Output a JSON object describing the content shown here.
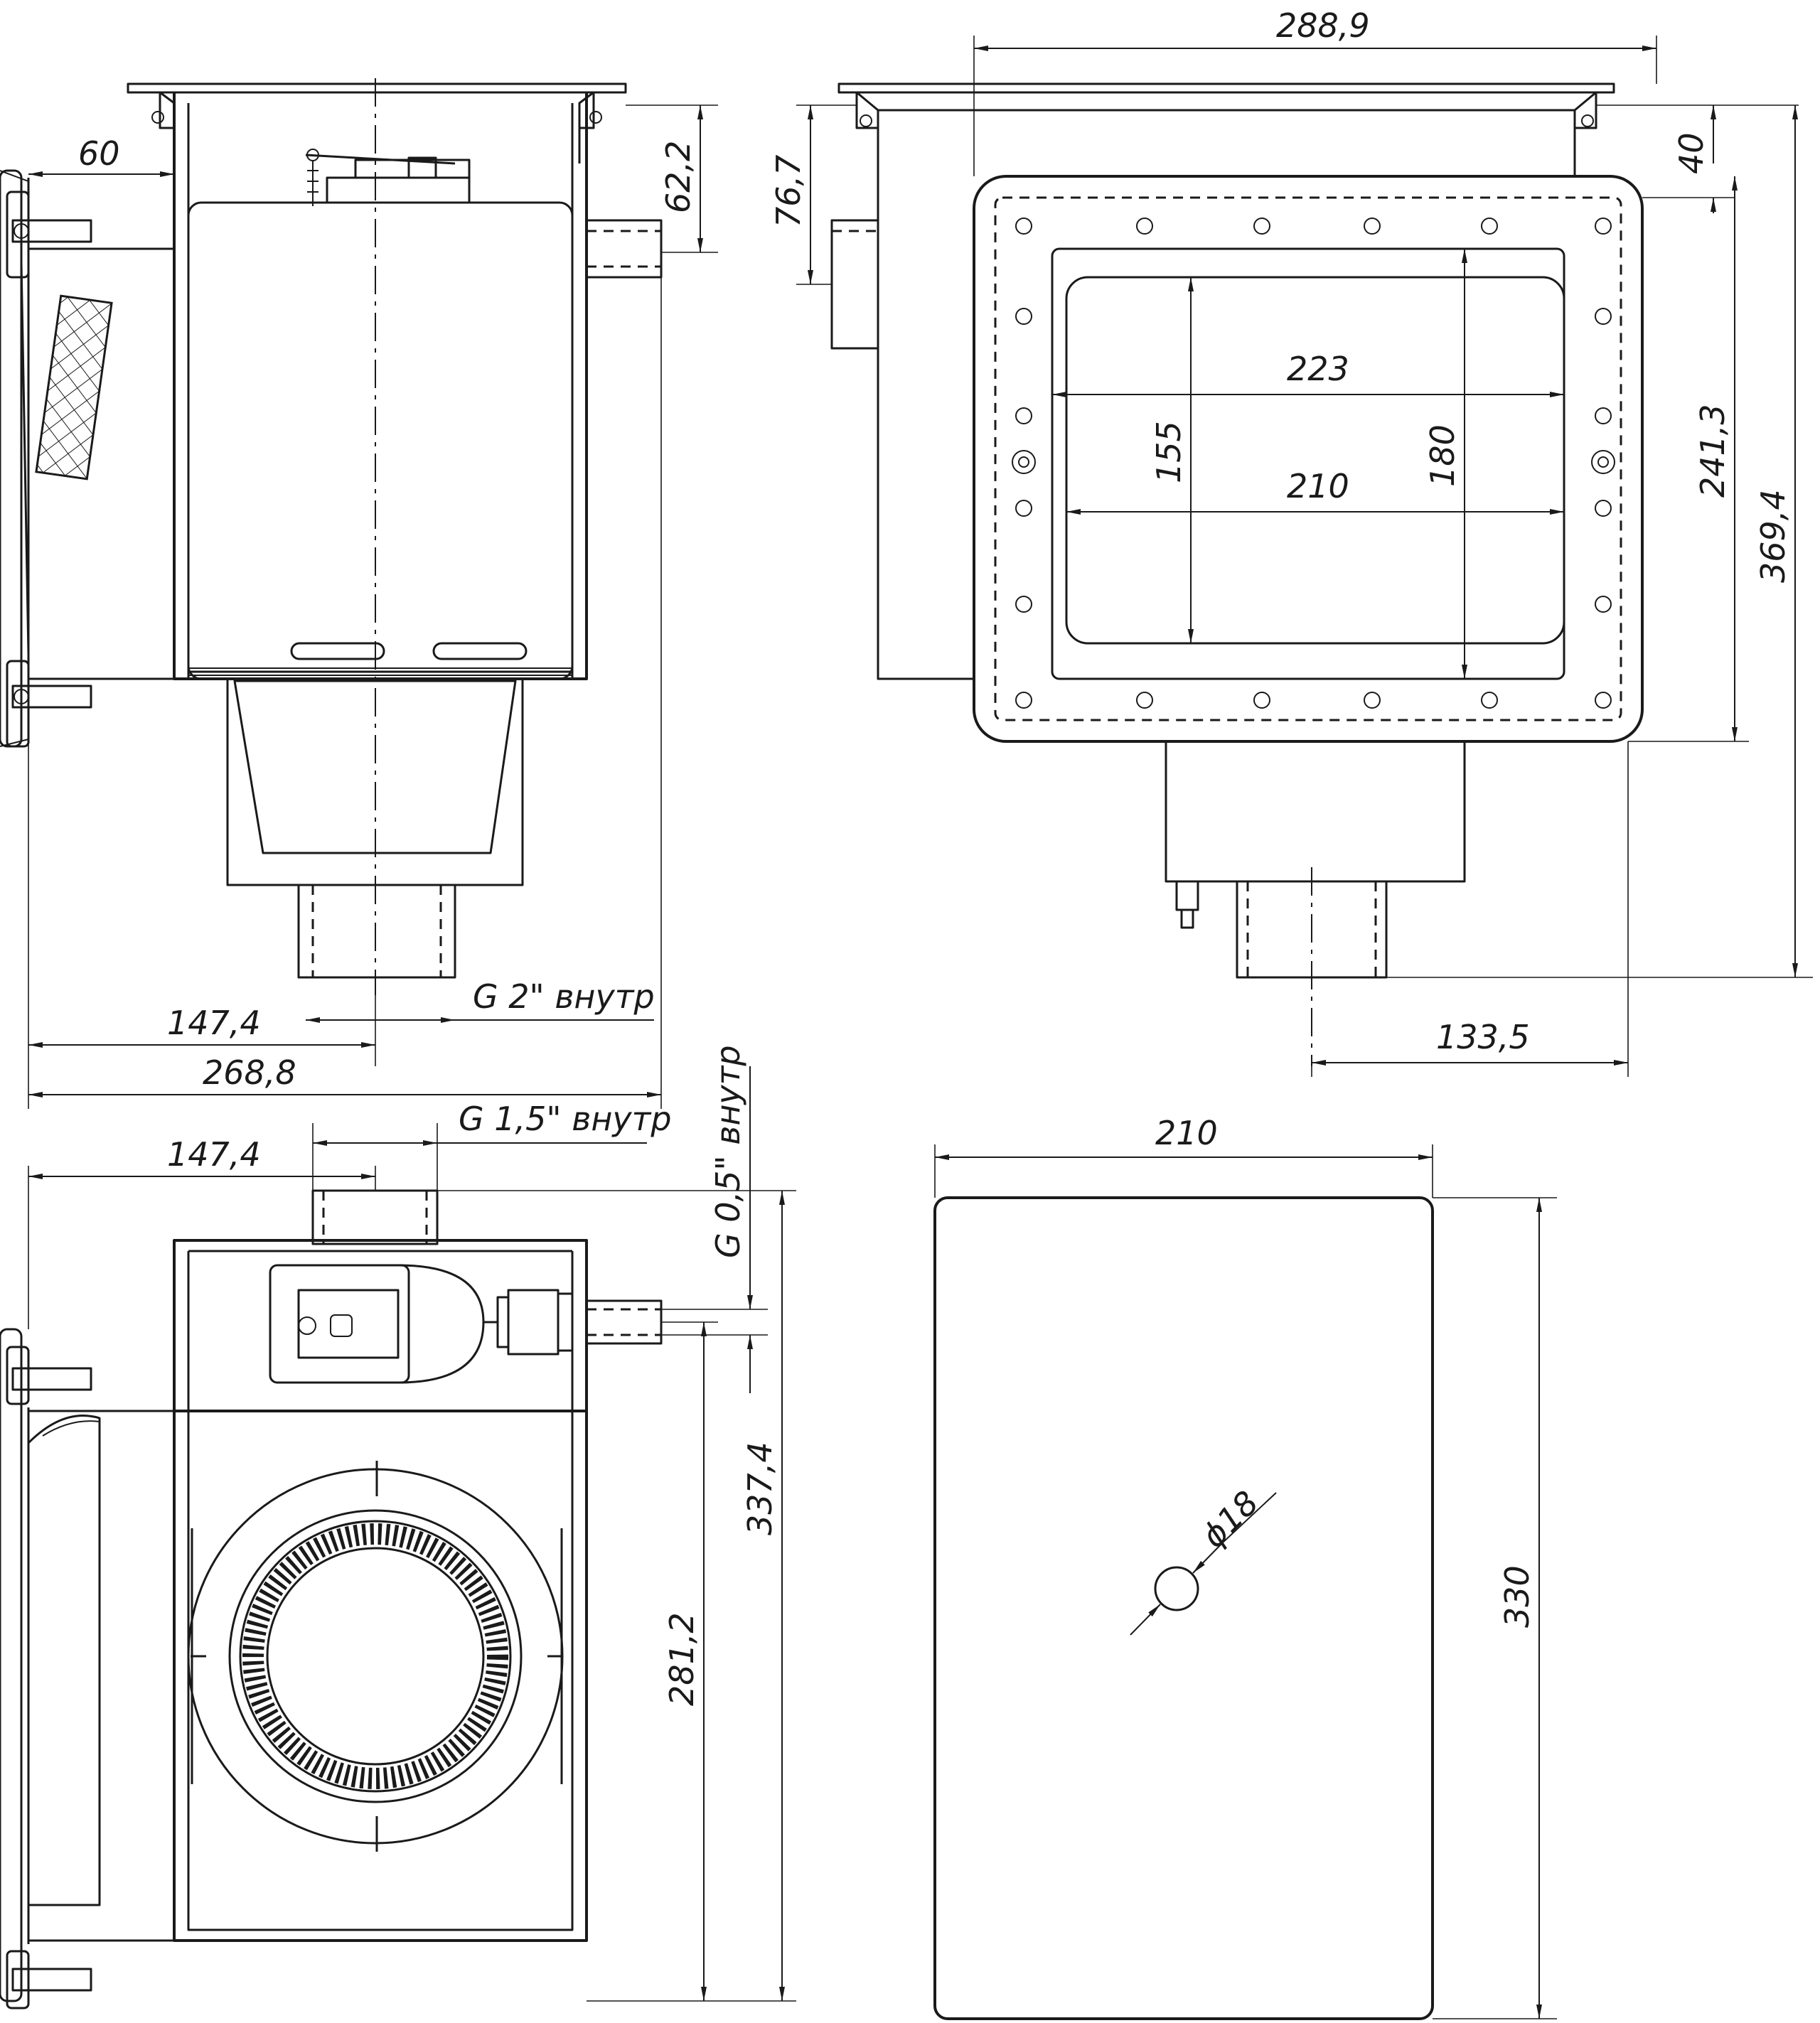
{
  "dimensions": {
    "v1_width_60": "60",
    "v1_height_62_2": "62,2",
    "v1_width_147_4": "147,4",
    "v1_width_268_8": "268,8",
    "v1_thread_2in": "G 2\" внутр",
    "v2_width_288_9": "288,9",
    "v2_height_76_7": "76,7",
    "v2_height_40": "40",
    "v2_width_223": "223",
    "v2_width_210": "210",
    "v2_height_155": "155",
    "v2_height_180": "180",
    "v2_height_241_3": "241,3",
    "v2_height_369_4": "369,4",
    "v2_width_133_5": "133,5",
    "v3_thread_1_5in": "G 1,5\" внутр",
    "v3_thread_0_5in": "G 0,5\" внутр",
    "v3_width_147_4": "147,4",
    "v3_height_337_4": "337,4",
    "v3_height_281_2": "281,2",
    "v4_width_210": "210",
    "v4_height_330": "330",
    "v4_hole_diameter": "ϕ18"
  }
}
